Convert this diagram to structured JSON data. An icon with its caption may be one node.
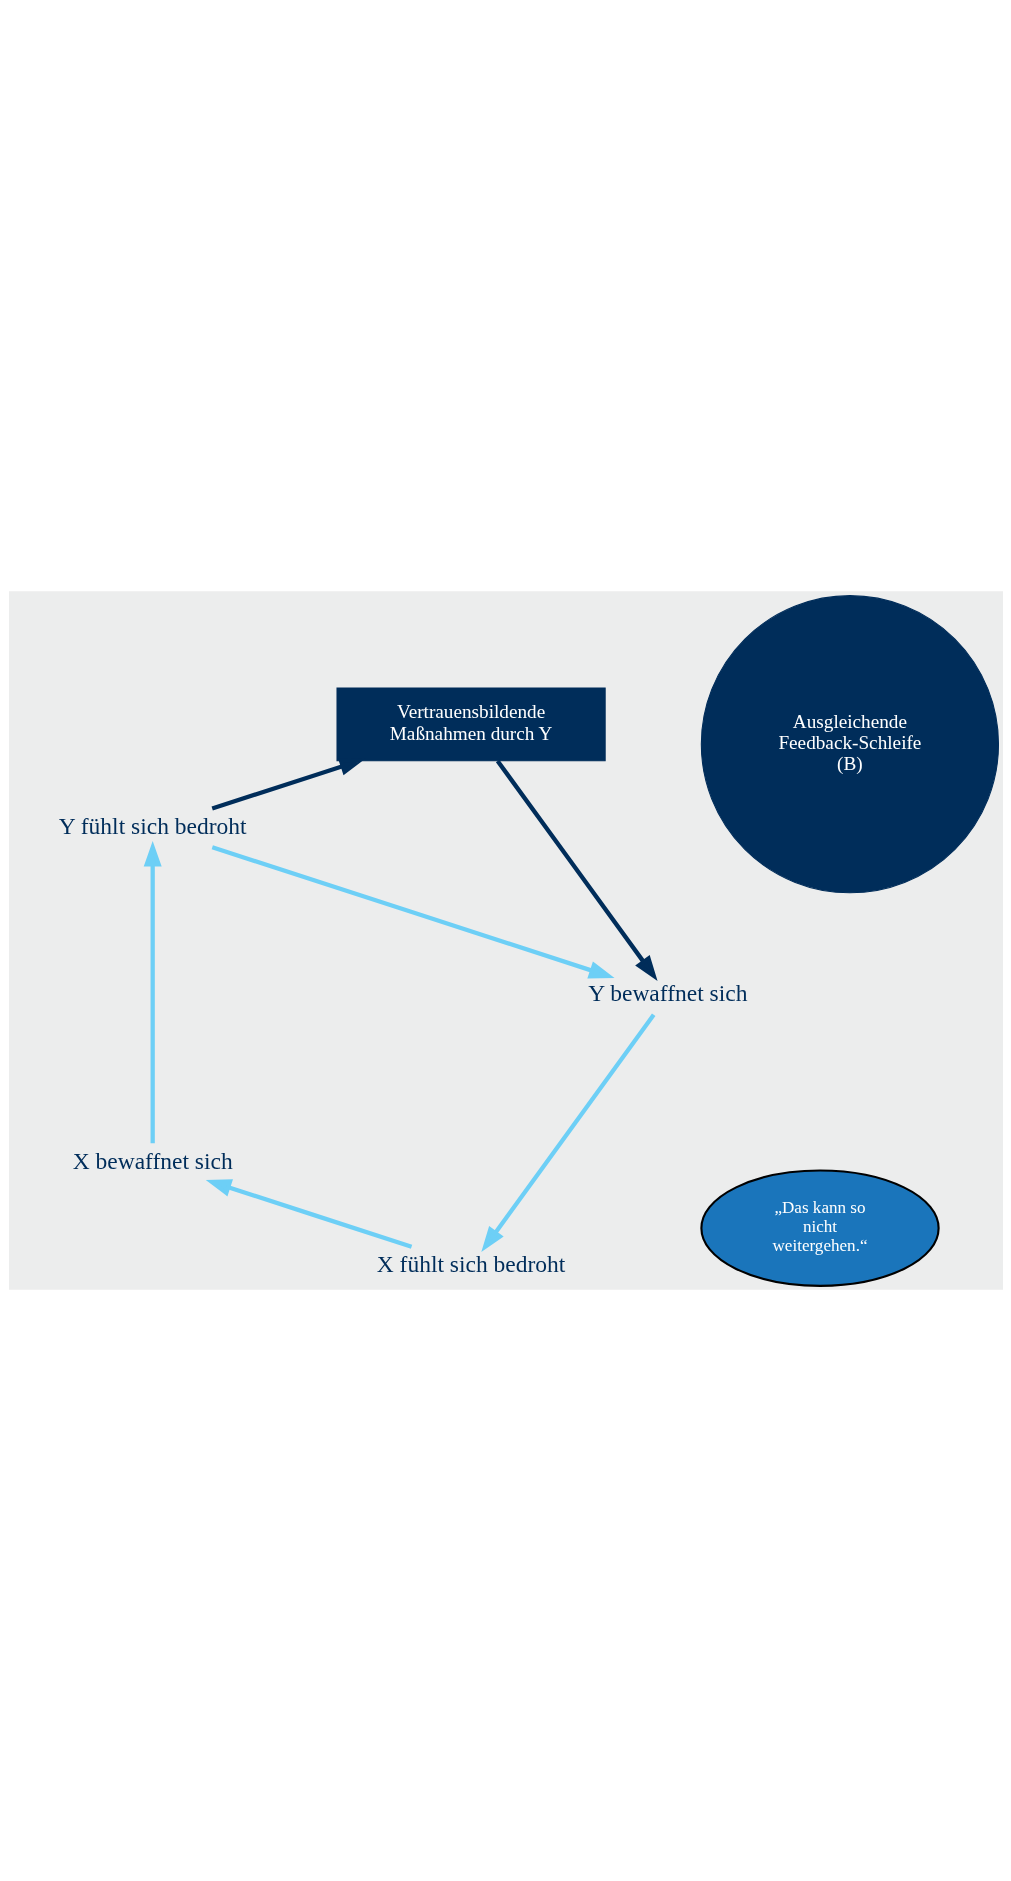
{
  "diagram": {
    "nodes": [
      {
        "text": [
          "X fühlt sich bedroht"
        ]
      },
      {
        "text": [
          "X bewaffnet sich"
        ]
      },
      {
        "text": [
          "Y fühlt sich bedroht"
        ]
      },
      {
        "text": [
          "Y bewaffnet sich"
        ]
      },
      {
        "text": [
          "Vertrauensbildende Maßnahmen durch Y"
        ]
      },
      {
        "text": [
          "Ausgleichende Feedback-Schleife (B)"
        ]
      },
      {
        "text": [
          "„Das kann so nicht weitergehen.“"
        ]
      }
    ],
    "edges": [
      {
        "from": 0,
        "to": 1,
        "arrow": "to"
      },
      {
        "from": 1,
        "to": 2,
        "arrow": "to"
      },
      {
        "from": 2,
        "to": 3,
        "arrow": "to"
      },
      {
        "from": 3,
        "to": 0,
        "arrow": "to"
      },
      {
        "from": 2,
        "to": 4,
        "arrow": "to",
        "color": "#002d5a"
      },
      {
        "from": 4,
        "to": 3,
        "arrow": "to",
        "color": "#002d5a"
      }
    ]
  }
}
